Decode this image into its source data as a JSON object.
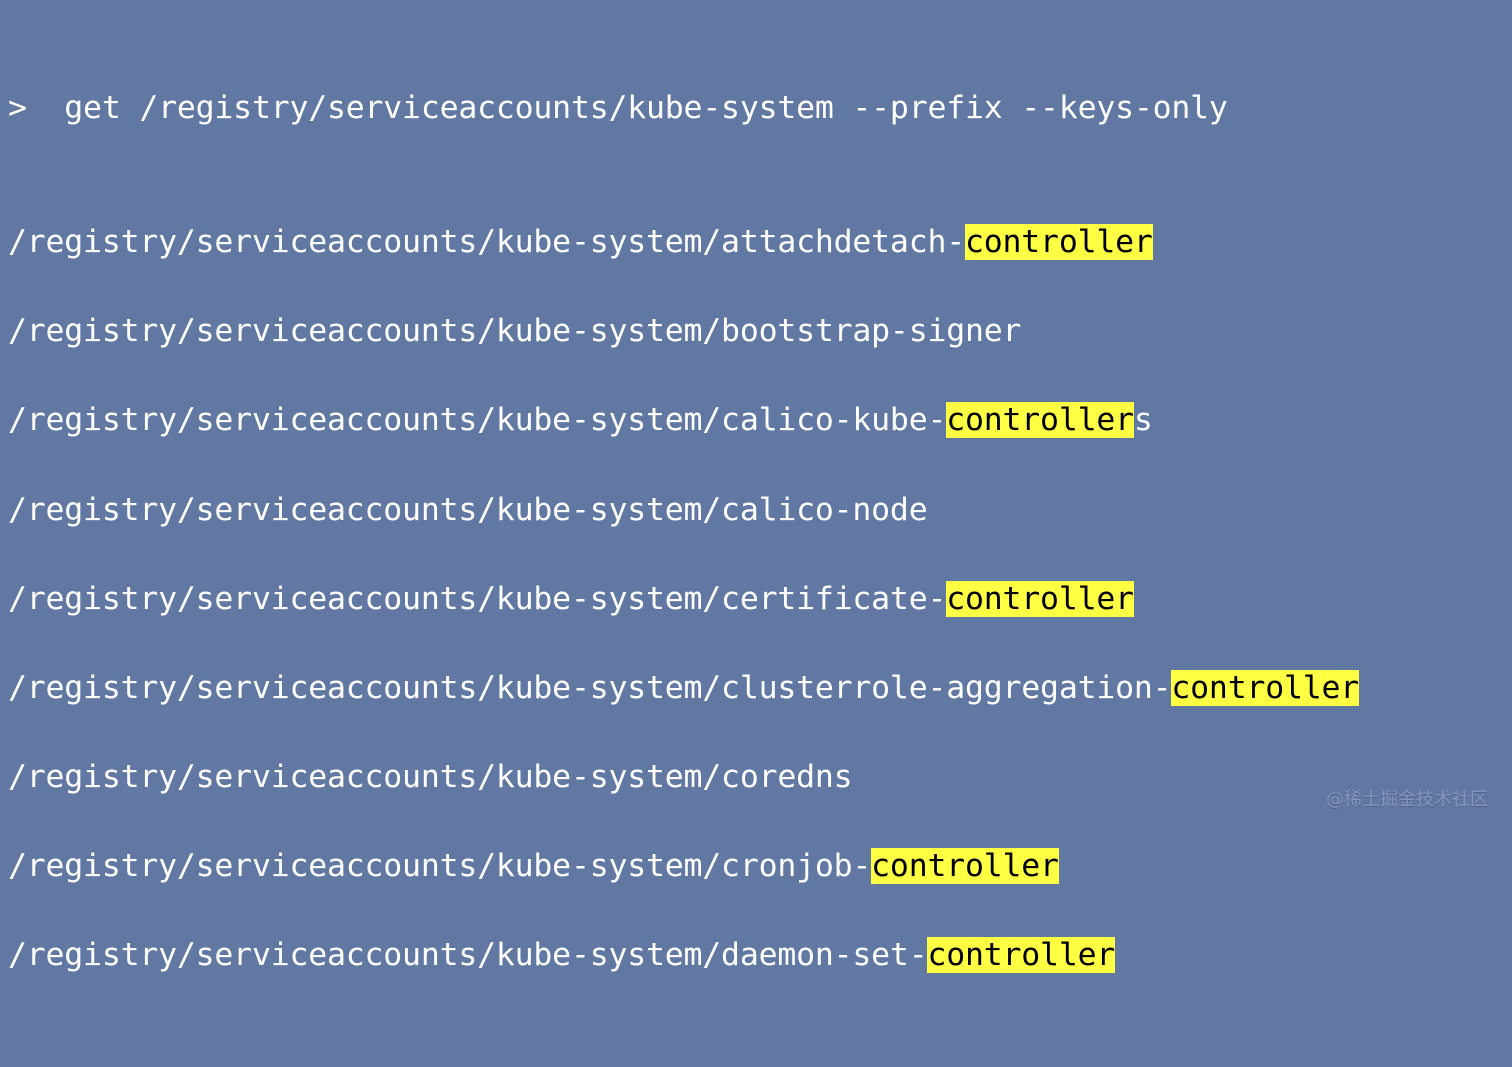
{
  "terminal": {
    "prompt": ">",
    "command": "  get /registry/serviceaccounts/kube-system --prefix --keys-only",
    "highlight_color": "#ffff43",
    "background_color": "#6178a3",
    "highlight_term": "controller",
    "results": [
      {
        "prefix": "/registry/serviceaccounts/kube-system/attachdetach-",
        "match": "controller",
        "suffix": ""
      },
      {
        "prefix": "/registry/serviceaccounts/kube-system/bootstrap-signer",
        "match": "",
        "suffix": ""
      },
      {
        "prefix": "/registry/serviceaccounts/kube-system/calico-kube-",
        "match": "controller",
        "suffix": "s"
      },
      {
        "prefix": "/registry/serviceaccounts/kube-system/calico-node",
        "match": "",
        "suffix": ""
      },
      {
        "prefix": "/registry/serviceaccounts/kube-system/certificate-",
        "match": "controller",
        "suffix": ""
      },
      {
        "prefix": "/registry/serviceaccounts/kube-system/clusterrole-aggregation-",
        "match": "controller",
        "suffix": ""
      },
      {
        "prefix": "/registry/serviceaccounts/kube-system/coredns",
        "match": "",
        "suffix": ""
      },
      {
        "prefix": "/registry/serviceaccounts/kube-system/cronjob-",
        "match": "controller",
        "suffix": ""
      },
      {
        "prefix": "/registry/serviceaccounts/kube-system/daemon-set-",
        "match": "controller",
        "suffix": ""
      }
    ]
  },
  "watermark": "@稀土掘金技术社区"
}
